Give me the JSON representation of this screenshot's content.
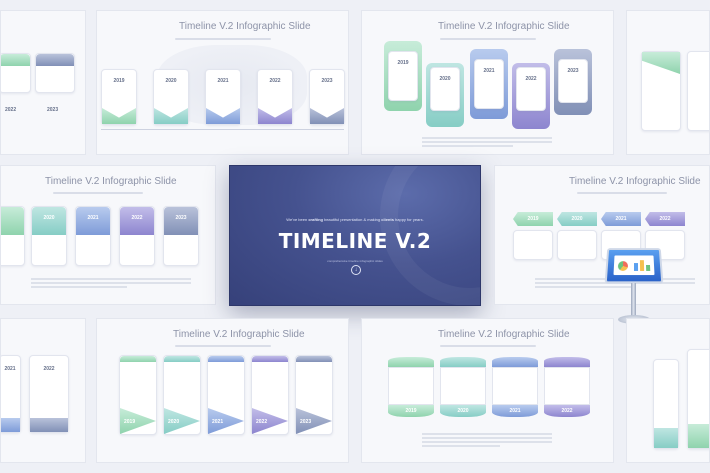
{
  "slides": {
    "slide_title": "Timeline V.2 Infographic Slide",
    "years": [
      "2019",
      "2020",
      "2021",
      "2022",
      "2023"
    ]
  },
  "hero": {
    "tagline_pre": "We've been ",
    "tagline_bold_1": "crafting",
    "tagline_mid": " beautiful presentation & making ",
    "tagline_bold_2": "clients",
    "tagline_post": " happy for years.",
    "title": "TIMELINE V.2",
    "subtitle": "comprehensive timeline infographic slides"
  },
  "colors": {
    "green": "#8fd3ad",
    "teal": "#86cdc5",
    "blue": "#7e9bd8",
    "purple": "#8d85cf",
    "slate": "#8190b6",
    "hero_bg": "#45528f"
  }
}
